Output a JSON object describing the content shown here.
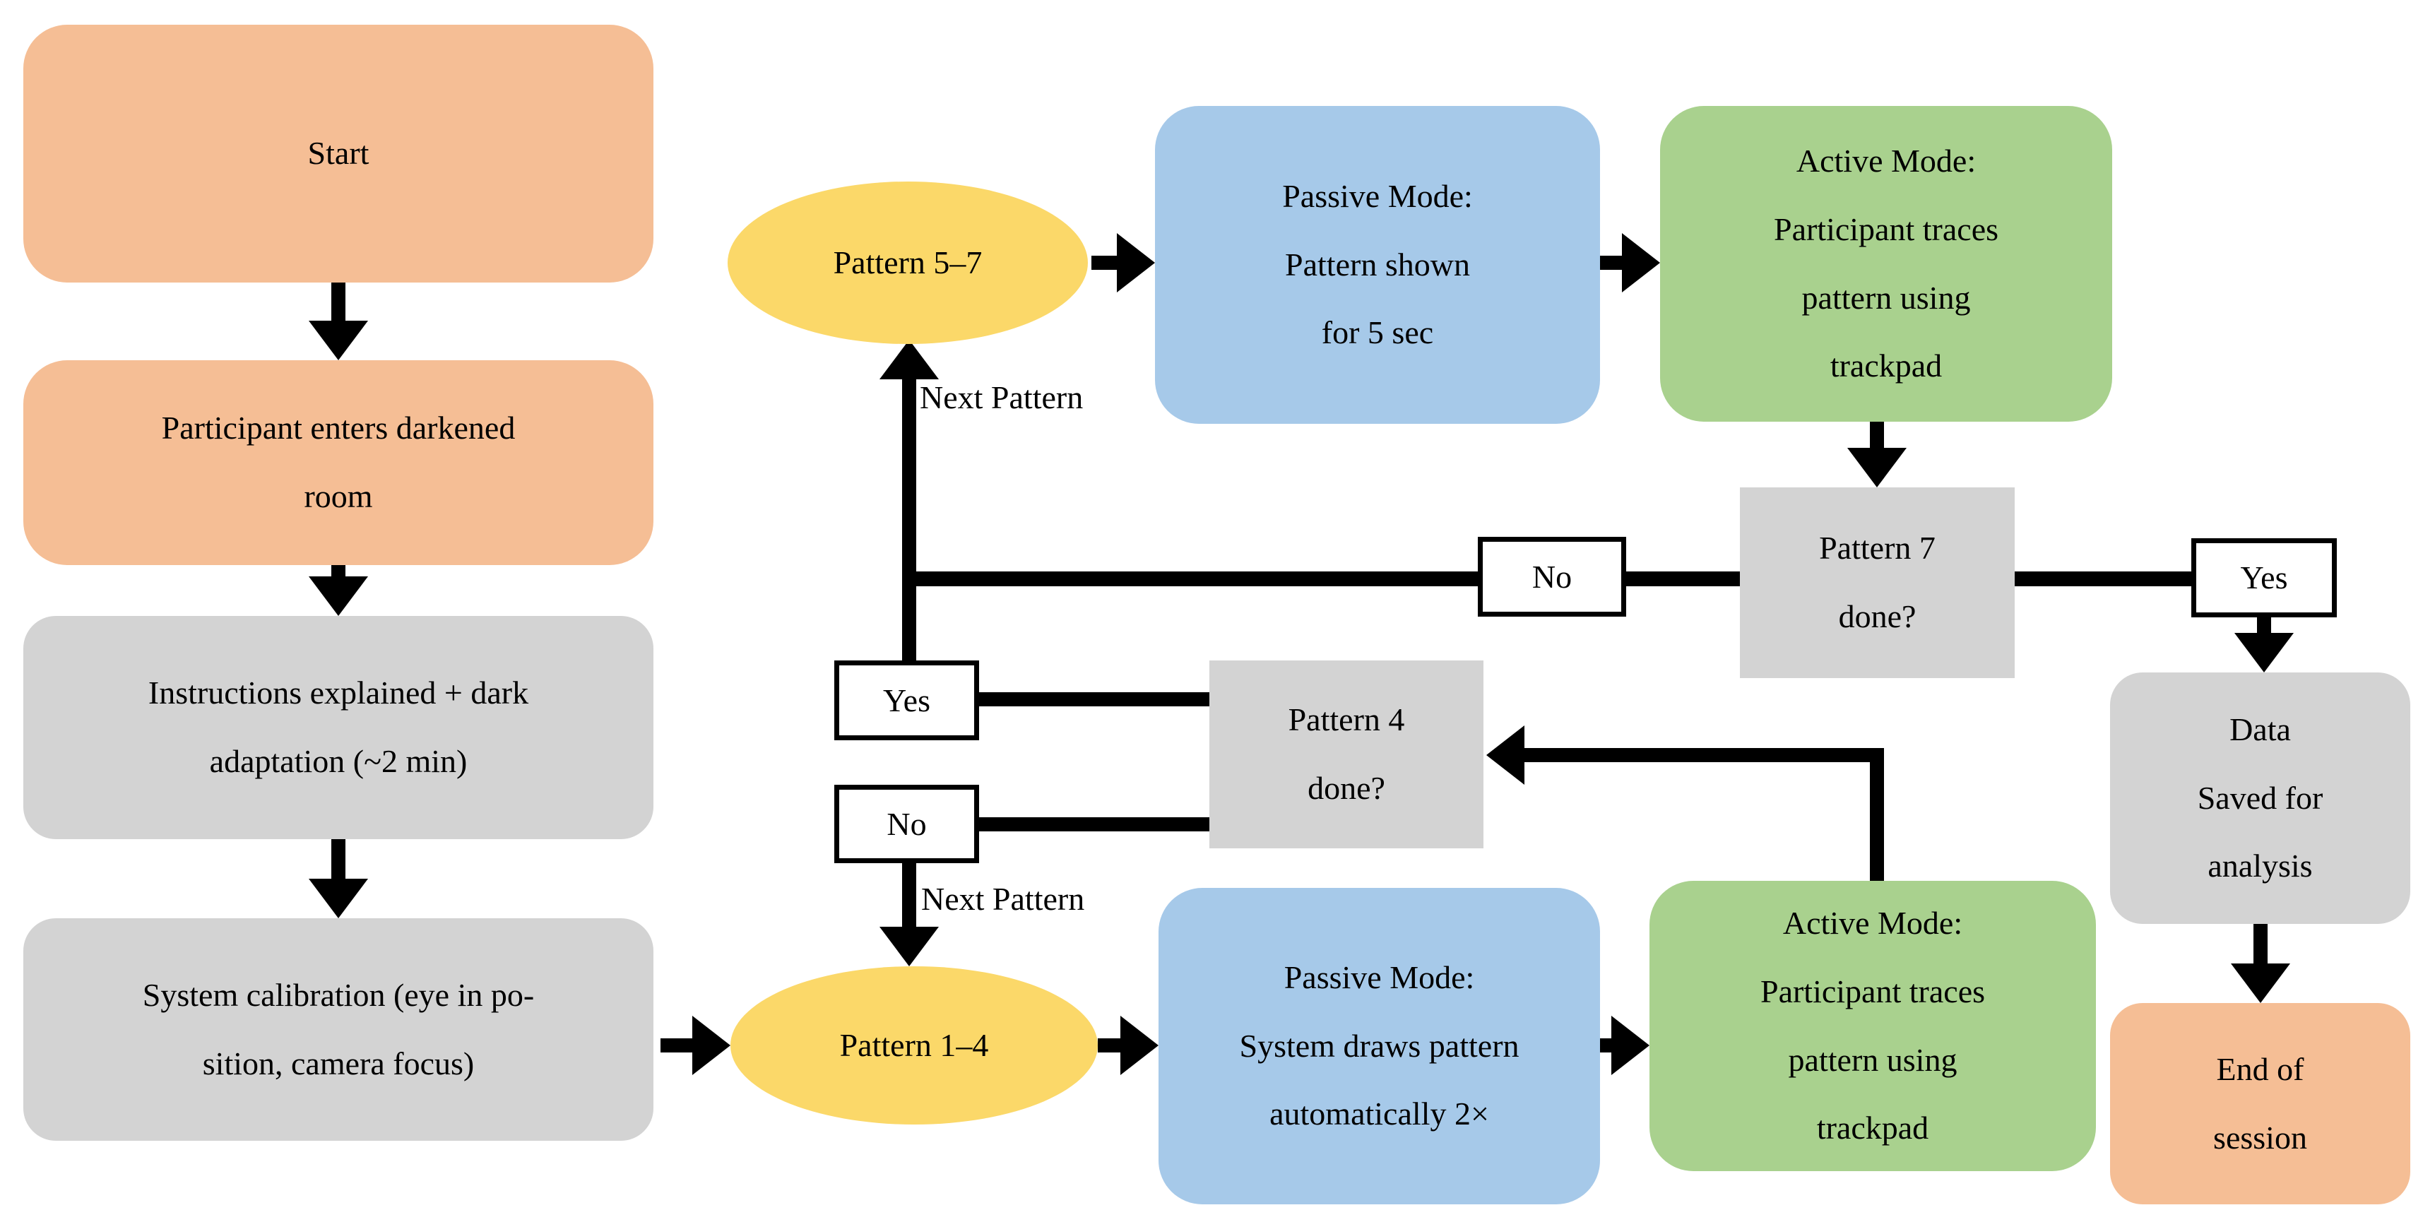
{
  "title": "Experimental session flowchart",
  "colors": {
    "orange": "#F5BE95",
    "yellow": "#FBD869",
    "blue": "#A6C9E9",
    "green": "#A9D18E",
    "gray": "#D3D3D3",
    "connector": "#000000",
    "decision_label_bg": "#FFFFFF",
    "decision_label_border": "#000000",
    "background": "#FFFFFF",
    "text": "#000000"
  },
  "nodes": {
    "start": {
      "label": "Start",
      "shape": "rounded-rect",
      "color_key": "orange"
    },
    "enter_room": {
      "label": "Participant enters darkened\nroom",
      "shape": "rounded-rect",
      "color_key": "orange"
    },
    "instructions": {
      "label": "Instructions explained + dark\nadaptation (~2 min)",
      "shape": "rounded-rect",
      "color_key": "gray"
    },
    "calibration": {
      "label": "System calibration (eye in po-\nsition, camera focus)",
      "shape": "rounded-rect",
      "color_key": "gray"
    },
    "pattern_5_7": {
      "label": "Pattern 5–7",
      "shape": "ellipse",
      "color_key": "yellow"
    },
    "passive_top": {
      "label": "Passive Mode:\nPattern shown\nfor 5 sec",
      "shape": "rounded-rect",
      "color_key": "blue"
    },
    "active_top": {
      "label": "Active Mode:\nParticipant traces\npattern using\ntrackpad",
      "shape": "rounded-rect",
      "color_key": "green"
    },
    "pattern7_done": {
      "label": "Pattern 7\ndone?",
      "shape": "rect",
      "color_key": "gray"
    },
    "no_top": {
      "label": "No",
      "shape": "bordered-rect",
      "color_key": "decision_label_bg"
    },
    "yes_right": {
      "label": "Yes",
      "shape": "bordered-rect",
      "color_key": "decision_label_bg"
    },
    "data_saved": {
      "label": "Data\nSaved for\nanalysis",
      "shape": "rounded-rect",
      "color_key": "gray"
    },
    "end_session": {
      "label": "End of\nsession",
      "shape": "rounded-rect",
      "color_key": "orange"
    },
    "yes_mid": {
      "label": "Yes",
      "shape": "bordered-rect",
      "color_key": "decision_label_bg"
    },
    "no_mid": {
      "label": "No",
      "shape": "bordered-rect",
      "color_key": "decision_label_bg"
    },
    "pattern4_done": {
      "label": "Pattern 4\ndone?",
      "shape": "rect",
      "color_key": "gray"
    },
    "pattern_1_4": {
      "label": "Pattern 1–4",
      "shape": "ellipse",
      "color_key": "yellow"
    },
    "passive_bottom": {
      "label": "Passive Mode:\nSystem draws pattern\nautomatically 2×",
      "shape": "rounded-rect",
      "color_key": "blue"
    },
    "active_bottom": {
      "label": "Active Mode:\nParticipant traces\npattern using\ntrackpad",
      "shape": "rounded-rect",
      "color_key": "green"
    }
  },
  "edge_labels": {
    "next_pattern_top": "Next Pattern",
    "next_pattern_bottom": "Next Pattern"
  }
}
